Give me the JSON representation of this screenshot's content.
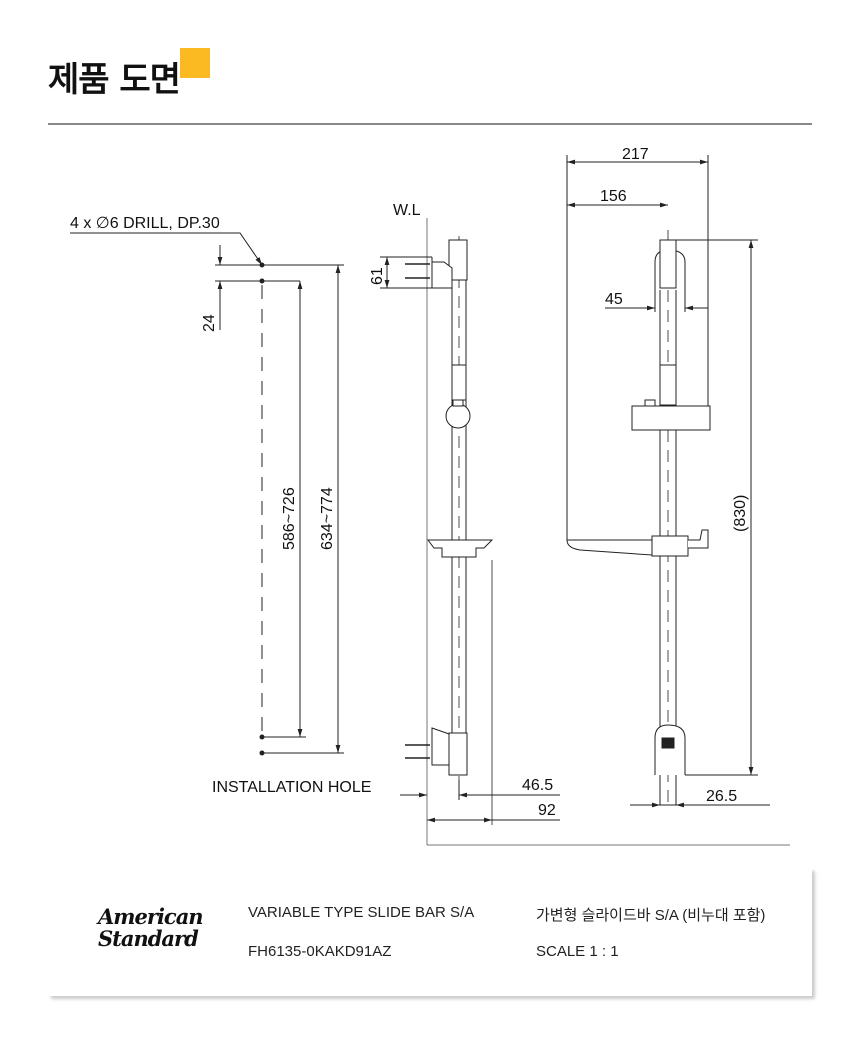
{
  "header": {
    "title": "제품 도면",
    "accent_color": "#FBBA22"
  },
  "drawing": {
    "drill_note": "4 x  ∅6 DRILL, DP.30",
    "dim_24": "24",
    "dim_586_726": "586~726",
    "dim_634_774": "634~774",
    "installation_hole": "INSTALLATION HOLE",
    "wall_line": "W.L",
    "dim_61": "61",
    "dim_46_5": "46.5",
    "dim_92": "92",
    "dim_217": "217",
    "dim_156": "156",
    "dim_45": "45",
    "dim_830": "(830)",
    "dim_26_5": "26.5"
  },
  "footer": {
    "logo_line1": "American",
    "logo_line2": "Standard",
    "product_name_en": "VARIABLE TYPE SLIDE BAR S/A",
    "product_code": "FH6135-0KAKD91AZ",
    "product_name_kr": "가변형 슬라이드바 S/A (비누대 포함)",
    "scale": "SCALE  1 : 1"
  }
}
